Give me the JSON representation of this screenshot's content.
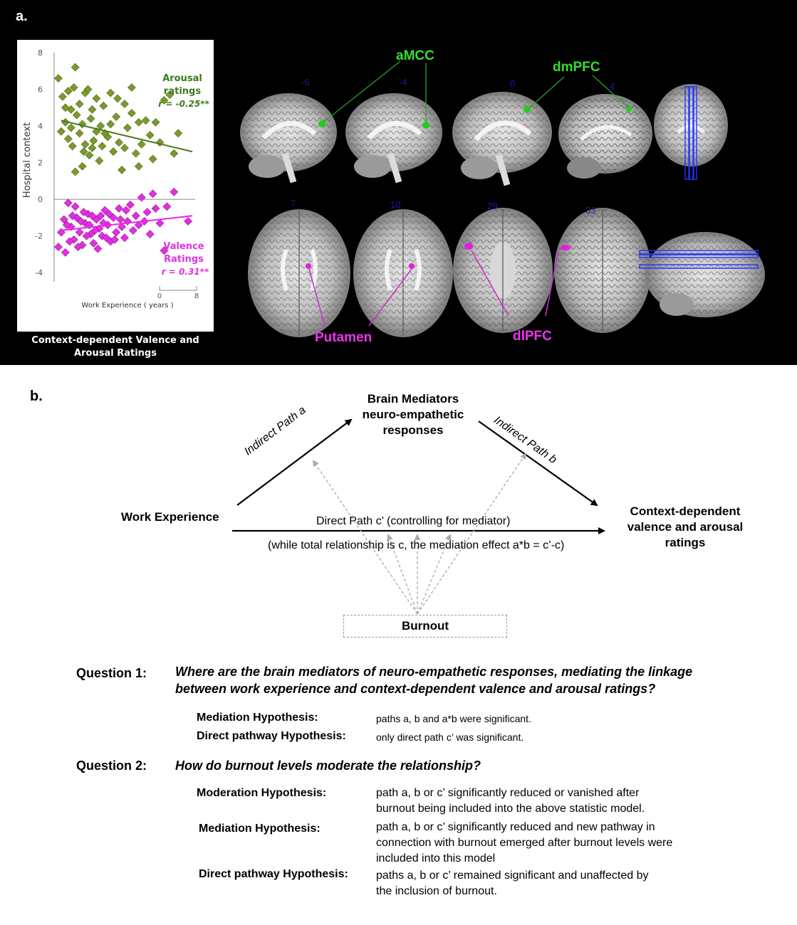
{
  "panel_a": {
    "label": "a.",
    "caption": "Context-dependent Valence and Arousal Ratings",
    "brains": {
      "sagittal_slice_labels": [
        "-6",
        "-4",
        "0",
        "4"
      ],
      "axial_slice_labels": [
        "7",
        "10",
        "29",
        "33"
      ],
      "regions": {
        "amcc": "aMCC",
        "dmpfc": "dmPFC",
        "putamen": "Putamen",
        "dlpfc": "dlPFC"
      },
      "colors": {
        "green_region": "#22cc22",
        "magenta_region": "#dd22dd",
        "slice_lines": "#2233ff",
        "slice_number": "#1a1aa8"
      }
    }
  },
  "chart_data": {
    "type": "scatter",
    "ylabel": "Hospital context",
    "xlabel": "Work Experience ( years )",
    "ylim": [
      -4.5,
      8
    ],
    "y_ticks": [
      "8",
      "6",
      "4",
      "2",
      "0",
      "-2",
      "-4"
    ],
    "x_ticks": [
      "0",
      "8"
    ],
    "series": [
      {
        "name": "Arousal ratings",
        "correlation": "r = -0.25**",
        "color": "#7a9a2e",
        "line_color": "#4a7a1a",
        "trend": [
          [
            0.05,
            4.3
          ],
          [
            0.98,
            2.6
          ]
        ],
        "points": [
          [
            0.03,
            6.6
          ],
          [
            0.06,
            5.6
          ],
          [
            0.08,
            4.2
          ],
          [
            0.05,
            3.7
          ],
          [
            0.1,
            3.3
          ],
          [
            0.12,
            4.9
          ],
          [
            0.15,
            7.2
          ],
          [
            0.18,
            5.2
          ],
          [
            0.2,
            4.1
          ],
          [
            0.22,
            3.0
          ],
          [
            0.25,
            2.4
          ],
          [
            0.13,
            2.9
          ],
          [
            0.16,
            4.6
          ],
          [
            0.1,
            5.9
          ],
          [
            0.14,
            6.1
          ],
          [
            0.18,
            3.6
          ],
          [
            0.22,
            5.8
          ],
          [
            0.26,
            4.4
          ],
          [
            0.28,
            3.2
          ],
          [
            0.3,
            5.5
          ],
          [
            0.32,
            2.1
          ],
          [
            0.2,
            1.8
          ],
          [
            0.24,
            6.0
          ],
          [
            0.27,
            2.8
          ],
          [
            0.33,
            4.0
          ],
          [
            0.35,
            5.1
          ],
          [
            0.38,
            3.4
          ],
          [
            0.4,
            5.8
          ],
          [
            0.42,
            2.6
          ],
          [
            0.44,
            4.5
          ],
          [
            0.46,
            3.1
          ],
          [
            0.48,
            1.6
          ],
          [
            0.5,
            5.2
          ],
          [
            0.52,
            3.9
          ],
          [
            0.55,
            6.1
          ],
          [
            0.58,
            2.5
          ],
          [
            0.6,
            4.2
          ],
          [
            0.62,
            3.0
          ],
          [
            0.45,
            5.5
          ],
          [
            0.36,
            3.6
          ],
          [
            0.65,
            4.3
          ],
          [
            0.68,
            3.5
          ],
          [
            0.72,
            4.2
          ],
          [
            0.75,
            3.1
          ],
          [
            0.7,
            2.2
          ],
          [
            0.78,
            5.4
          ],
          [
            0.82,
            5.7
          ],
          [
            0.85,
            2.5
          ],
          [
            0.88,
            3.6
          ],
          [
            0.6,
            1.8
          ],
          [
            0.3,
            3.7
          ],
          [
            0.34,
            2.9
          ],
          [
            0.4,
            4.1
          ],
          [
            0.15,
            1.5
          ],
          [
            0.55,
            4.7
          ],
          [
            0.08,
            5.0
          ],
          [
            0.5,
            2.8
          ],
          [
            0.27,
            4.9
          ],
          [
            0.12,
            3.9
          ],
          [
            0.21,
            2.6
          ]
        ]
      },
      {
        "name": "Valence Ratings",
        "correlation": "r = 0.31**",
        "color": "#dd33dd",
        "line_color": "#ee22ee",
        "trend": [
          [
            0.05,
            -1.7
          ],
          [
            0.98,
            -0.9
          ]
        ],
        "points": [
          [
            0.03,
            -2.6
          ],
          [
            0.05,
            -1.8
          ],
          [
            0.08,
            -2.9
          ],
          [
            0.1,
            -0.2
          ],
          [
            0.12,
            -1.5
          ],
          [
            0.14,
            -2.2
          ],
          [
            0.16,
            -1.0
          ],
          [
            0.18,
            -1.8
          ],
          [
            0.2,
            -2.5
          ],
          [
            0.22,
            -1.3
          ],
          [
            0.24,
            -0.8
          ],
          [
            0.26,
            -1.9
          ],
          [
            0.28,
            -2.4
          ],
          [
            0.3,
            -1.1
          ],
          [
            0.32,
            -1.6
          ],
          [
            0.34,
            -2.0
          ],
          [
            0.36,
            -0.6
          ],
          [
            0.38,
            -1.4
          ],
          [
            0.4,
            -2.3
          ],
          [
            0.42,
            -1.0
          ],
          [
            0.44,
            -1.8
          ],
          [
            0.46,
            -0.5
          ],
          [
            0.48,
            -1.5
          ],
          [
            0.5,
            -2.1
          ],
          [
            0.52,
            -1.2
          ],
          [
            0.54,
            -0.3
          ],
          [
            0.56,
            -1.7
          ],
          [
            0.58,
            -0.9
          ],
          [
            0.6,
            -1.4
          ],
          [
            0.62,
            0.1
          ],
          [
            0.64,
            -1.2
          ],
          [
            0.66,
            -0.7
          ],
          [
            0.68,
            -1.9
          ],
          [
            0.7,
            0.3
          ],
          [
            0.72,
            -0.5
          ],
          [
            0.75,
            -1.3
          ],
          [
            0.78,
            -2.8
          ],
          [
            0.8,
            -0.4
          ],
          [
            0.85,
            0.4
          ],
          [
            0.95,
            -1.2
          ],
          [
            0.07,
            -1.1
          ],
          [
            0.11,
            -2.3
          ],
          [
            0.15,
            -0.4
          ],
          [
            0.19,
            -1.2
          ],
          [
            0.23,
            -2.0
          ],
          [
            0.27,
            -0.9
          ],
          [
            0.31,
            -2.7
          ],
          [
            0.35,
            -1.3
          ],
          [
            0.39,
            -0.8
          ],
          [
            0.43,
            -2.2
          ],
          [
            0.47,
            -1.1
          ],
          [
            0.51,
            -0.6
          ],
          [
            0.09,
            -1.4
          ],
          [
            0.13,
            -0.9
          ],
          [
            0.17,
            -2.6
          ],
          [
            0.21,
            -0.7
          ],
          [
            0.25,
            -1.4
          ],
          [
            0.29,
            -1.7
          ],
          [
            0.33,
            -0.9
          ],
          [
            0.37,
            -2.1
          ]
        ]
      }
    ]
  },
  "panel_b": {
    "label": "b.",
    "nodes": {
      "mediator_lines": [
        "Brain Mediators",
        "neuro-empathetic",
        "responses"
      ],
      "work_experience": "Work Experience",
      "outcome_lines": [
        "Context-dependent",
        "valence and arousal",
        "ratings"
      ],
      "burnout": "Burnout"
    },
    "paths": {
      "indirect_a": "Indirect Path a",
      "indirect_b": "Indirect Path b",
      "direct_c": "Direct Path c’ (controlling for mediator)",
      "total_note": "(while total relationship is c, the mediation effect a*b = c’-c)"
    },
    "questions": [
      {
        "label": "Question 1:",
        "text_lines": [
          "Where are the brain mediators of neuro-empathetic responses, mediating the linkage",
          "between work experience and context-dependent valence and arousal ratings?"
        ],
        "hypotheses": [
          {
            "name": "Mediation Hypothesis:",
            "desc_lines": [
              "paths a, b and a*b were significant."
            ]
          },
          {
            "name": "Direct pathway Hypothesis:",
            "desc_lines": [
              "only direct path c’ was significant."
            ]
          }
        ]
      },
      {
        "label": "Question 2:",
        "text_lines": [
          "How do burnout levels moderate the relationship?"
        ],
        "hypotheses": [
          {
            "name": "Moderation Hypothesis:",
            "desc_lines": [
              "path a, b or c’ significantly reduced or vanished after",
              "burnout being included into the above statistic model."
            ]
          },
          {
            "name": "Mediation Hypothesis:",
            "desc_lines": [
              "path a, b or c’ significantly reduced and new pathway in",
              "connection with burnout emerged after burnout levels were",
              "included into this model"
            ]
          },
          {
            "name": "Direct pathway Hypothesis:",
            "desc_lines": [
              "paths a, b or c’ remained significant and unaffected by",
              "the inclusion of burnout."
            ]
          }
        ]
      }
    ]
  }
}
